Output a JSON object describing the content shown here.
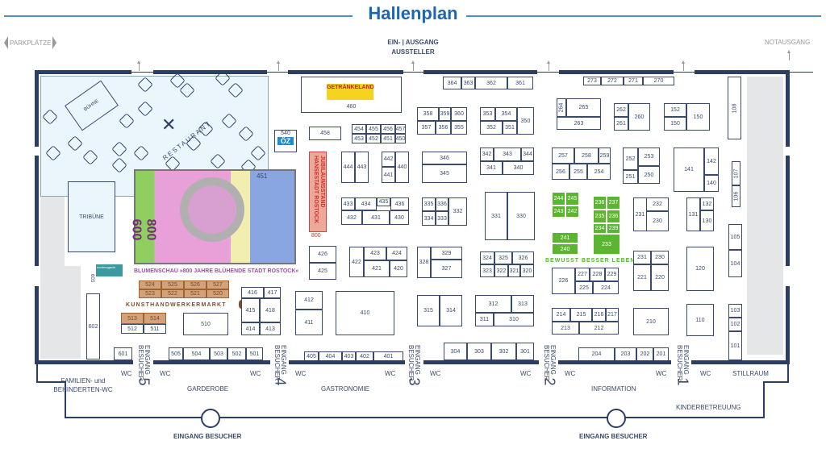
{
  "header": {
    "title": "Hallenplan",
    "parking": "PARKPLÄTZE",
    "exhibitor_entry_line1": "EIN- | AUSGANG",
    "exhibitor_entry_line2": "AUSSTELLER",
    "emergency_exit": "NOTAUSGANG"
  },
  "areas": {
    "stage": "BÜHNE",
    "restaurant": "RESTAURANT",
    "tribune": "TRIBÜNE",
    "jubilee_stand": "JUBILÄUMSSTAND HANSESTADT ROSTOCK",
    "jubilee_number": "800",
    "flower_show": "BLUMENSCHAU »800 JAHRE BLÜHENDE STADT ROSTOCK«",
    "flower_show_booth": "451",
    "flower_show_logo": "800 600",
    "crafts_market": "KUNSTHANDWERKERMARKT",
    "healthy_living": "BEWUSST BESSER LEBEN",
    "sponsor_booth": "603",
    "beverage_logo": "GETRÄNKELAND",
    "oz_logo": "ÖZ",
    "oz_booth": "540",
    "nordmagazin_logo": "nordmagazin"
  },
  "entrances": [
    {
      "label": "EINGANG BESUCHER",
      "number": "5"
    },
    {
      "label": "EINGANG BESUCHER",
      "number": "4"
    },
    {
      "label": "EINGANG BESUCHER",
      "number": "3"
    },
    {
      "label": "EINGANG BESUCHER",
      "number": "2"
    },
    {
      "label": "EINGANG BESUCHER",
      "number": "1"
    }
  ],
  "facilities": {
    "wc": "WC",
    "family_wc": "FAMILIEN- und BEHINDERTEN-WC",
    "cloakroom": "GARDEROBE",
    "gastronomy": "GASTRONOMIE",
    "information": "INFORMATION",
    "nursing_room": "STILLRAUM",
    "childcare": "KINDERBETREUUNG",
    "visitor_entrance": "EINGANG BESUCHER"
  },
  "booths": [
    {
      "n": "460"
    },
    {
      "n": "364"
    },
    {
      "n": "363"
    },
    {
      "n": "362"
    },
    {
      "n": "361"
    },
    {
      "n": "273"
    },
    {
      "n": "272"
    },
    {
      "n": "271"
    },
    {
      "n": "270"
    },
    {
      "n": "108",
      "t": "v"
    },
    {
      "n": "458"
    },
    {
      "n": "454"
    },
    {
      "n": "455"
    },
    {
      "n": "456"
    },
    {
      "n": "457"
    },
    {
      "n": "453"
    },
    {
      "n": "452"
    },
    {
      "n": "451"
    },
    {
      "n": "450"
    },
    {
      "n": "358"
    },
    {
      "n": "359"
    },
    {
      "n": "360"
    },
    {
      "n": "357"
    },
    {
      "n": "356"
    },
    {
      "n": "355"
    },
    {
      "n": "353"
    },
    {
      "n": "354"
    },
    {
      "n": "350"
    },
    {
      "n": "352"
    },
    {
      "n": "351"
    },
    {
      "n": "264",
      "t": "v"
    },
    {
      "n": "265"
    },
    {
      "n": "263"
    },
    {
      "n": "262"
    },
    {
      "n": "261"
    },
    {
      "n": "260"
    },
    {
      "n": "152"
    },
    {
      "n": "150"
    },
    {
      "n": "150"
    },
    {
      "n": "444"
    },
    {
      "n": "443"
    },
    {
      "n": "442"
    },
    {
      "n": "441"
    },
    {
      "n": "440"
    },
    {
      "n": "346"
    },
    {
      "n": "345"
    },
    {
      "n": "342"
    },
    {
      "n": "343"
    },
    {
      "n": "344"
    },
    {
      "n": "341"
    },
    {
      "n": "340"
    },
    {
      "n": "257"
    },
    {
      "n": "258"
    },
    {
      "n": "259"
    },
    {
      "n": "256"
    },
    {
      "n": "255"
    },
    {
      "n": "254"
    },
    {
      "n": "252"
    },
    {
      "n": "253"
    },
    {
      "n": "251"
    },
    {
      "n": "250"
    },
    {
      "n": "141"
    },
    {
      "n": "142"
    },
    {
      "n": "140"
    },
    {
      "n": "107",
      "t": "v"
    },
    {
      "n": "106",
      "t": "v"
    },
    {
      "n": "433"
    },
    {
      "n": "434"
    },
    {
      "n": "435"
    },
    {
      "n": "436"
    },
    {
      "n": "432"
    },
    {
      "n": "431"
    },
    {
      "n": "430"
    },
    {
      "n": "335"
    },
    {
      "n": "336"
    },
    {
      "n": "332"
    },
    {
      "n": "334"
    },
    {
      "n": "333"
    },
    {
      "n": "331"
    },
    {
      "n": "330"
    },
    {
      "n": "244",
      "t": "green"
    },
    {
      "n": "245",
      "t": "green"
    },
    {
      "n": "243",
      "t": "green"
    },
    {
      "n": "242",
      "t": "green"
    },
    {
      "n": "236",
      "t": "green"
    },
    {
      "n": "237",
      "t": "green"
    },
    {
      "n": "235",
      "t": "green"
    },
    {
      "n": "236",
      "t": "green"
    },
    {
      "n": "234",
      "t": "green"
    },
    {
      "n": "239",
      "t": "green"
    },
    {
      "n": "233",
      "t": "green"
    },
    {
      "n": "241",
      "t": "green"
    },
    {
      "n": "240",
      "t": "green"
    },
    {
      "n": "231"
    },
    {
      "n": "232"
    },
    {
      "n": "230"
    },
    {
      "n": "131"
    },
    {
      "n": "132"
    },
    {
      "n": "130"
    },
    {
      "n": "105"
    },
    {
      "n": "104"
    },
    {
      "n": "426"
    },
    {
      "n": "425"
    },
    {
      "n": "422"
    },
    {
      "n": "423"
    },
    {
      "n": "424"
    },
    {
      "n": "421"
    },
    {
      "n": "420"
    },
    {
      "n": "328"
    },
    {
      "n": "329"
    },
    {
      "n": "327"
    },
    {
      "n": "324"
    },
    {
      "n": "325"
    },
    {
      "n": "326"
    },
    {
      "n": "323"
    },
    {
      "n": "322"
    },
    {
      "n": "321"
    },
    {
      "n": "320"
    },
    {
      "n": "226"
    },
    {
      "n": "227"
    },
    {
      "n": "228"
    },
    {
      "n": "229"
    },
    {
      "n": "225"
    },
    {
      "n": "224"
    },
    {
      "n": "231"
    },
    {
      "n": "230"
    },
    {
      "n": "221"
    },
    {
      "n": "220"
    },
    {
      "n": "120"
    },
    {
      "n": "524",
      "t": "brown"
    },
    {
      "n": "525",
      "t": "brown"
    },
    {
      "n": "526",
      "t": "brown"
    },
    {
      "n": "527",
      "t": "brown"
    },
    {
      "n": "523",
      "t": "brown"
    },
    {
      "n": "522",
      "t": "brown"
    },
    {
      "n": "521",
      "t": "brown"
    },
    {
      "n": "520",
      "t": "brown"
    },
    {
      "n": "416"
    },
    {
      "n": "417"
    },
    {
      "n": "415"
    },
    {
      "n": "418"
    },
    {
      "n": "414"
    },
    {
      "n": "413"
    },
    {
      "n": "412"
    },
    {
      "n": "411"
    },
    {
      "n": "410"
    },
    {
      "n": "602"
    },
    {
      "n": "513",
      "t": "brown"
    },
    {
      "n": "514",
      "t": "brown"
    },
    {
      "n": "512"
    },
    {
      "n": "511"
    },
    {
      "n": "510"
    },
    {
      "n": "315"
    },
    {
      "n": "314"
    },
    {
      "n": "312"
    },
    {
      "n": "313"
    },
    {
      "n": "311"
    },
    {
      "n": "310"
    },
    {
      "n": "214"
    },
    {
      "n": "215"
    },
    {
      "n": "216"
    },
    {
      "n": "217"
    },
    {
      "n": "213"
    },
    {
      "n": "212"
    },
    {
      "n": "210"
    },
    {
      "n": "110"
    },
    {
      "n": "103"
    },
    {
      "n": "102"
    },
    {
      "n": "101"
    },
    {
      "n": "601"
    },
    {
      "n": "505"
    },
    {
      "n": "504"
    },
    {
      "n": "503"
    },
    {
      "n": "502"
    },
    {
      "n": "501"
    },
    {
      "n": "405"
    },
    {
      "n": "404"
    },
    {
      "n": "403"
    },
    {
      "n": "402"
    },
    {
      "n": "401"
    },
    {
      "n": "304"
    },
    {
      "n": "303"
    },
    {
      "n": "302"
    },
    {
      "n": "301"
    },
    {
      "n": "204"
    },
    {
      "n": "203"
    },
    {
      "n": "202"
    },
    {
      "n": "201"
    }
  ]
}
